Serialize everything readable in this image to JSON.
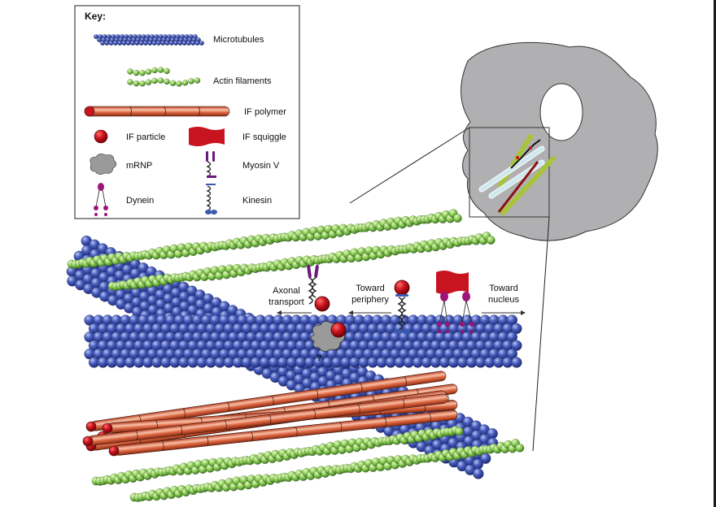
{
  "figure": {
    "description": "Cytoskeletal transport of intermediate filament (IF) components along microtubules and actin filaments",
    "colors": {
      "microtubule": "#3a4fa8",
      "actin": "#8fcf5a",
      "if_polymer": "#e06a45",
      "if_particle": "#c8141e",
      "mrnp": "#9a9a9a",
      "motor": "#a0147a",
      "cell": "#b0b0b2"
    }
  },
  "key": {
    "title": "Key:",
    "items": [
      {
        "label": "Microtubules",
        "icon": "microtubule-icon"
      },
      {
        "label": "Actin filaments",
        "icon": "actin-filament-icon"
      },
      {
        "label": "IF polymer",
        "icon": "if-polymer-icon"
      },
      {
        "label": "IF particle",
        "icon": "if-particle-icon"
      },
      {
        "label": "IF squiggle",
        "icon": "if-squiggle-icon"
      },
      {
        "label": "mRNP",
        "icon": "mrnp-icon"
      },
      {
        "label": "Myosin V",
        "icon": "myosin-v-icon"
      },
      {
        "label": "Dynein",
        "icon": "dynein-icon"
      },
      {
        "label": "Kinesin",
        "icon": "kinesin-icon"
      }
    ]
  },
  "annotations": {
    "axonal": [
      "Axonal",
      "transport"
    ],
    "periphery": [
      "Toward",
      "periphery"
    ],
    "nucleus": [
      "Toward",
      "nucleus"
    ],
    "unknown": "?"
  }
}
